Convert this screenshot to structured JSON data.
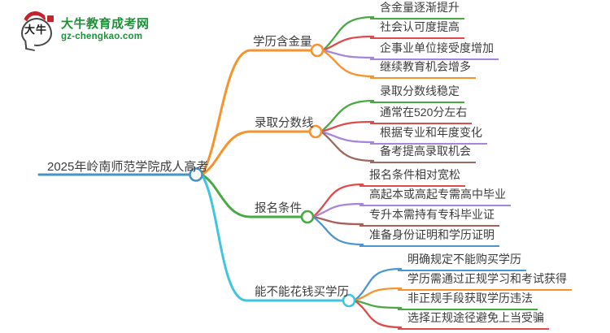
{
  "logo": {
    "bubble_text": "大牛",
    "title": "大牛教育成考网",
    "subtitle": "gz-chengkao.com",
    "brand_green": "#1d9038",
    "seal_red": "#c4232b"
  },
  "root": {
    "label": "2025年岭南师范学院成人高考",
    "color": "#4a91c6"
  },
  "branches": [
    {
      "label": "学历含金量",
      "color": "#f6932c",
      "children": [
        {
          "label": "含金量逐渐提升",
          "color": "#49a942"
        },
        {
          "label": "社会认可度提高",
          "color": "#dd4c4c"
        },
        {
          "label": "企事业单位接受度增加",
          "color": "#a585dd"
        },
        {
          "label": "继续教育机会增多",
          "color": "#f6932c"
        }
      ]
    },
    {
      "label": "录取分数线",
      "color": "#f6932c",
      "children": [
        {
          "label": "录取分数线稳定",
          "color": "#49a942"
        },
        {
          "label": "通常在520分左右",
          "color": "#dd4c4c"
        },
        {
          "label": "根据专业和年度变化",
          "color": "#a585dd"
        },
        {
          "label": "备考提高录取机会",
          "color": "#9a6a5e"
        }
      ]
    },
    {
      "label": "报名条件",
      "color": "#49a942",
      "children": [
        {
          "label": "报名条件相对宽松",
          "color": "#dd4c4c"
        },
        {
          "label": "高起本或高起专需高中毕业",
          "color": "#a585dd"
        },
        {
          "label": "专升本需持有专科毕业证",
          "color": "#a9605a"
        },
        {
          "label": "准备身份证明和学历证明",
          "color": "#4b96d1"
        }
      ]
    },
    {
      "label": "能不能花钱买学历",
      "color": "#3ec6e0",
      "children": [
        {
          "label": "明确规定不能购买学历",
          "color": "#4b96d1"
        },
        {
          "label": "学历需通过正规学习和考试获得",
          "color": "#f6932c"
        },
        {
          "label": "非正规手段获取学历违法",
          "color": "#49a942"
        },
        {
          "label": "选择正规途径避免上当受骗",
          "color": "#dd4c4c"
        }
      ]
    }
  ]
}
